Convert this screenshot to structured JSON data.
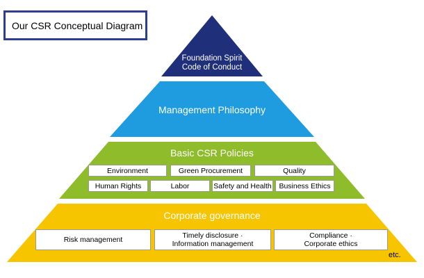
{
  "title": "Our CSR Conceptual Diagram",
  "colors": {
    "top": "#1f2f7a",
    "management": "#1f9ce0",
    "basic_csr": "#8fbc2b",
    "governance": "#f7c400",
    "title_border": "#2a3f8f"
  },
  "tiers": {
    "top": {
      "line1": "Foundation Spirit",
      "line2": "Code of Conduct"
    },
    "management": {
      "label": "Management Philosophy"
    },
    "basic_csr": {
      "label": "Basic CSR Policies",
      "row1": [
        "Environment",
        "Green Procurement",
        "Quality"
      ],
      "row2": [
        "Human Rights",
        "Labor",
        "Safety and Health",
        "Business Ethics"
      ]
    },
    "governance": {
      "label": "Corporate governance",
      "boxes": [
        {
          "line1": "Risk management",
          "line2": ""
        },
        {
          "line1": "Timely disclosure ·",
          "line2": "Information management"
        },
        {
          "line1": "Compliance ·",
          "line2": "Corporate ethics"
        }
      ]
    }
  },
  "footnote": "etc."
}
